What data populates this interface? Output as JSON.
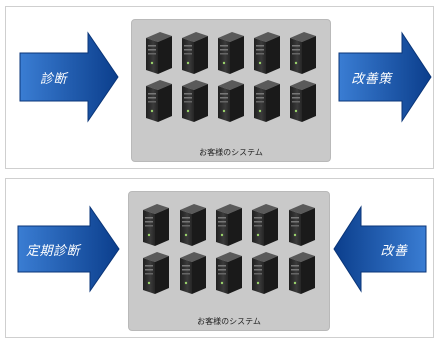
{
  "panels": [
    {
      "left_arrow": {
        "label": "診断",
        "direction": "right"
      },
      "system_box": {
        "label": "お客様のシステム",
        "server_count": 10
      },
      "right_arrow": {
        "label": "改善策",
        "direction": "right"
      }
    },
    {
      "left_arrow": {
        "label": "定期診断",
        "direction": "right"
      },
      "system_box": {
        "label": "お客様のシステム",
        "server_count": 10
      },
      "right_arrow": {
        "label": "改善",
        "direction": "left"
      }
    }
  ],
  "colors": {
    "arrow_dark": "#0b3e8c",
    "arrow_light": "#3a7dd3",
    "system_background": "#c9c9c9",
    "server_body": "#2f2f2f"
  },
  "icons": {
    "server": "server-tower-icon"
  }
}
